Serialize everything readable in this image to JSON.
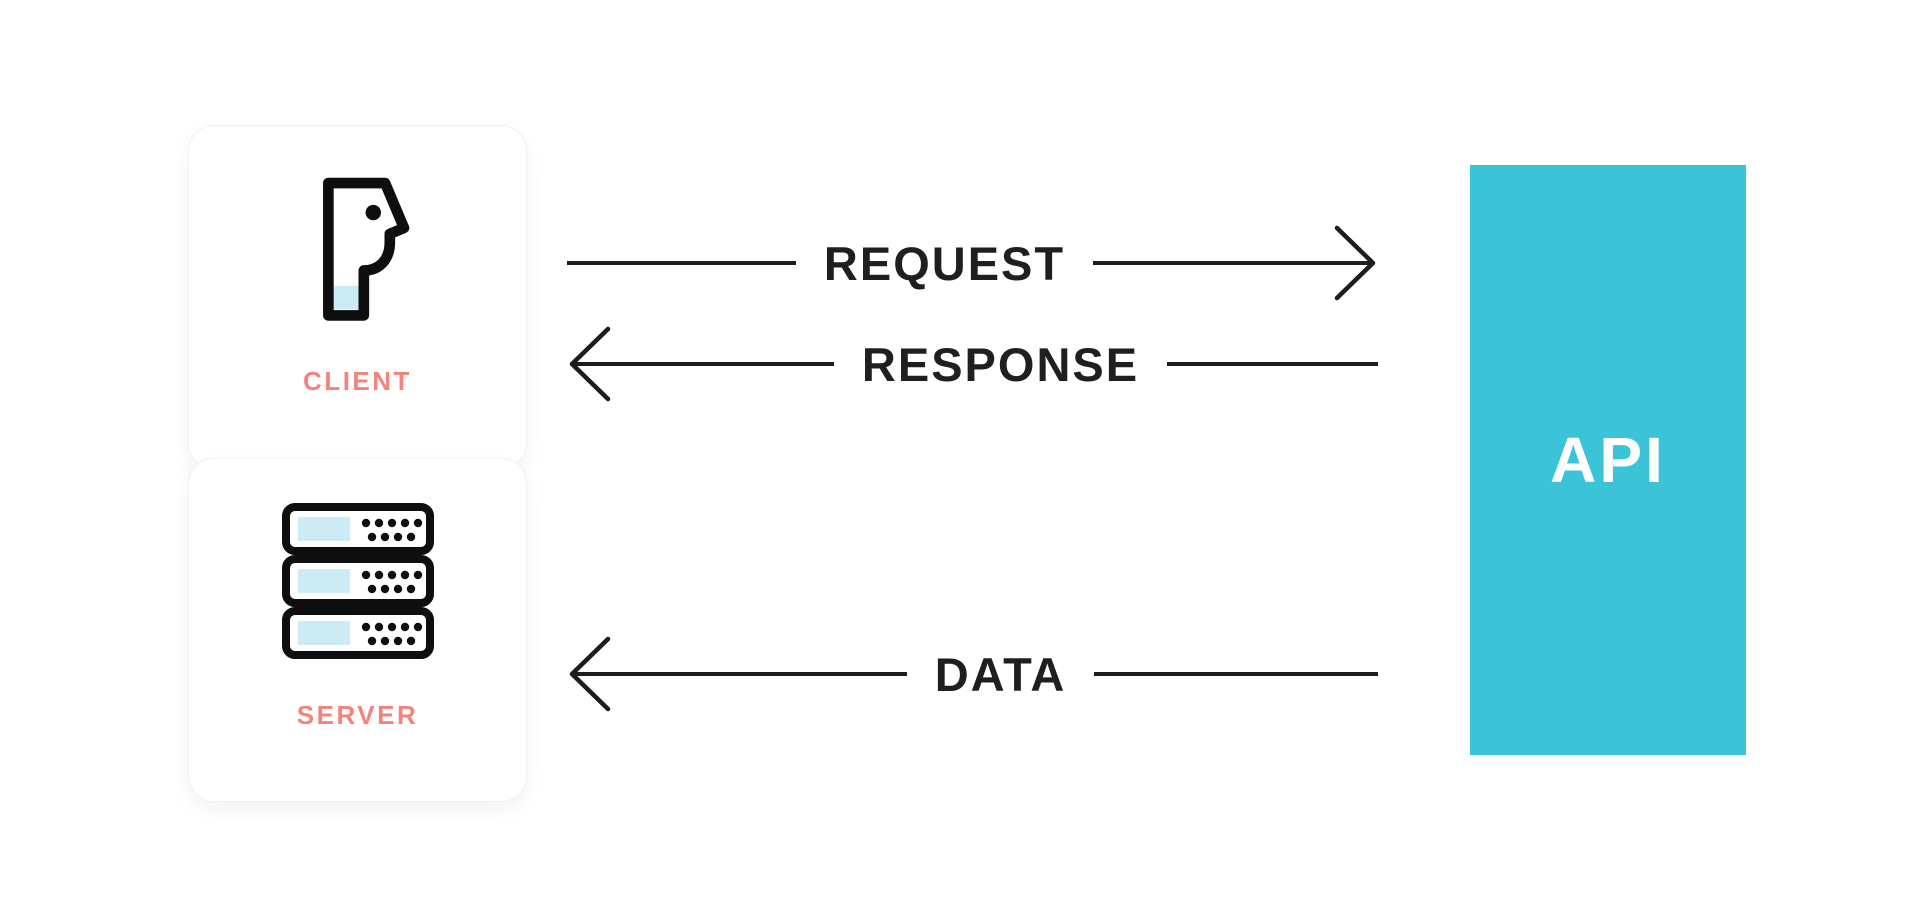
{
  "title": "Client-Server API flow diagram",
  "nodes": {
    "client": {
      "label": "CLIENT",
      "icon": "person-profile-icon"
    },
    "server": {
      "label": "SERVER",
      "icon": "server-stack-icon"
    },
    "api": {
      "label": "API"
    }
  },
  "flows": [
    {
      "id": "request",
      "label": "REQUEST",
      "from": "client",
      "to": "api",
      "direction": "right"
    },
    {
      "id": "response",
      "label": "RESPONSE",
      "from": "api",
      "to": "client",
      "direction": "left"
    },
    {
      "id": "data",
      "label": "DATA",
      "from": "api",
      "to": "server",
      "direction": "left"
    }
  ],
  "colors": {
    "accent_cyan": "#3BC4D8",
    "accent_salmon": "#F5837D",
    "pale_blue": "#CBECF5",
    "ink": "#1D1D1D",
    "card_background": "#FFFFFF"
  }
}
